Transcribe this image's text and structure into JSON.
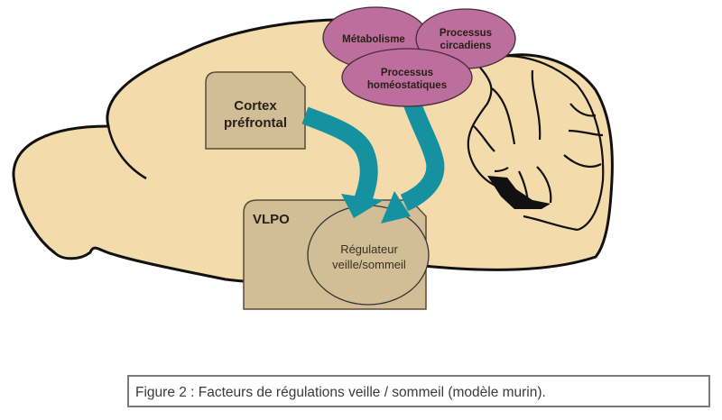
{
  "figure": {
    "caption": "Figure 2 : Facteurs de régulations veille / sommeil (modèle murin).",
    "colors": {
      "brain_fill": "#f3dbac",
      "outline": "#111111",
      "box_fill": "#d1be96",
      "box_stroke": "#5a4a36",
      "factor_fill": "#bc6e9c",
      "factor_stroke": "#4a2a3a",
      "arrow": "#16919f"
    },
    "factors": [
      {
        "id": "metabolisme",
        "lines": [
          "Métabolisme"
        ]
      },
      {
        "id": "circadiens",
        "lines": [
          "Processus",
          "circadiens"
        ]
      },
      {
        "id": "homeostatiques",
        "lines": [
          "Processus",
          "homéostatiques"
        ]
      }
    ],
    "cortex": {
      "lines": [
        "Cortex",
        "préfrontal"
      ]
    },
    "vlpo": {
      "label": "VLPO",
      "regulator_lines": [
        "Régulateur",
        "veille/sommeil"
      ]
    },
    "arrows": [
      {
        "from": "Cortex préfrontal",
        "to": "Régulateur veille/sommeil"
      },
      {
        "from": "Processus homéostatiques",
        "to": "Régulateur veille/sommeil"
      }
    ]
  }
}
